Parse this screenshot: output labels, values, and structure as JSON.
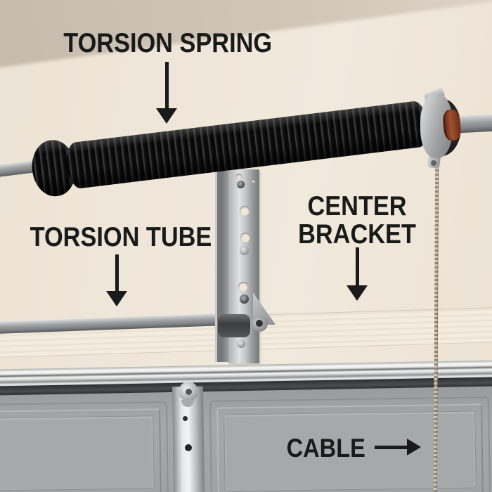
{
  "scene": {
    "type": "labeled-photo-diagram",
    "subject": "Garage door torsion spring assembly"
  },
  "annotations": [
    {
      "id": "torsion-spring",
      "lines": [
        "TORSION SPRING"
      ],
      "arrow": "down"
    },
    {
      "id": "torsion-tube",
      "lines": [
        "TORSION TUBE"
      ],
      "arrow": "down"
    },
    {
      "id": "center-bracket",
      "lines": [
        "CENTER",
        "BRACKET"
      ],
      "arrow": "down"
    },
    {
      "id": "cable",
      "lines": [
        "CABLE"
      ],
      "arrow": "right"
    }
  ],
  "colors": {
    "label_text": "#1a1a1a",
    "wall_cream": "#eee6d9",
    "ceiling_shadow": "#c9beb0",
    "spring_black": "#141414",
    "galvanized_metal": "#b9babc",
    "drum_ring_red": "#8f3b22",
    "door_gray": "#a2a3a5",
    "cable_tan": "#c9bead"
  }
}
